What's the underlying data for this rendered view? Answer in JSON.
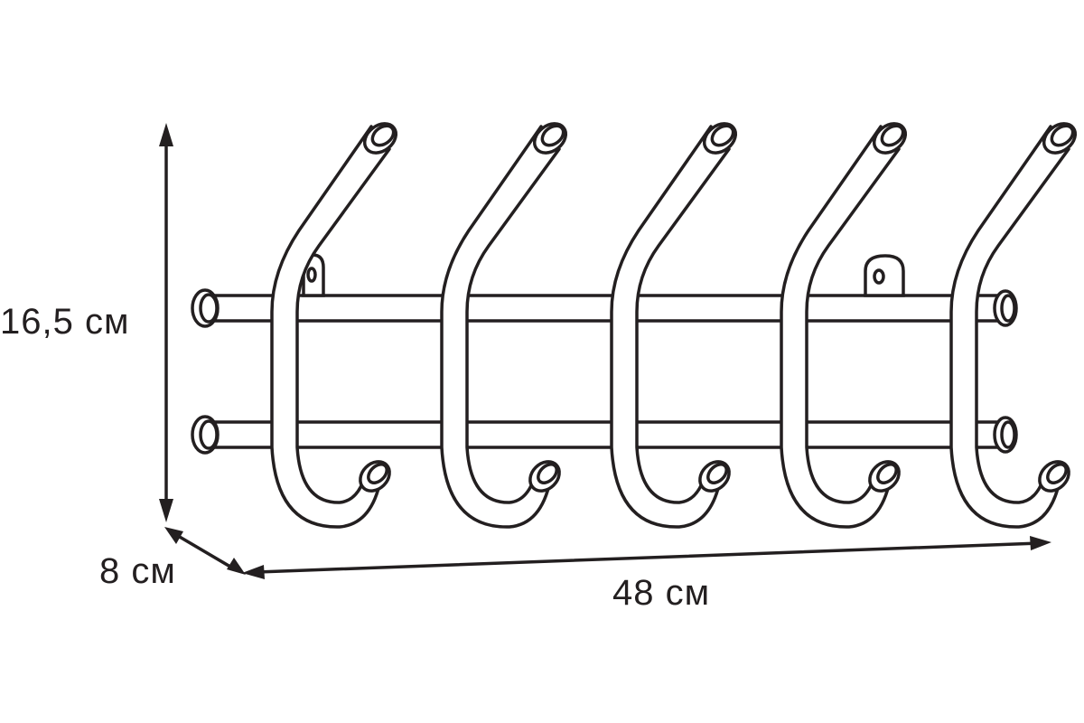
{
  "diagram": {
    "colors": {
      "line": "#231f20",
      "background": "#ffffff"
    },
    "hook_count": 5,
    "rail_count": 2,
    "dimensions": {
      "height_label": "16,5 см",
      "depth_label": "8 см",
      "width_label": "48 см"
    }
  }
}
